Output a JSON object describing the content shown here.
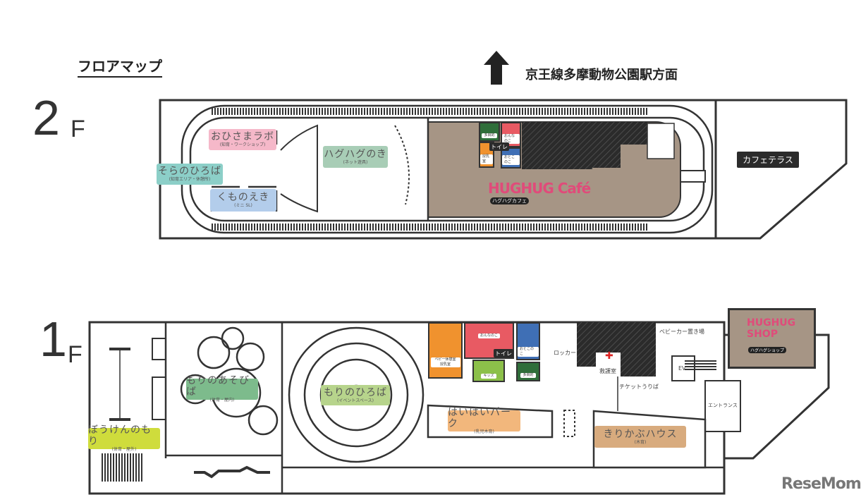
{
  "header": {
    "title": "フロアマップ",
    "direction": "京王線多摩動物公園駅方面",
    "arrow_icon": "arrow-up-icon"
  },
  "floor2": {
    "label_num": "2",
    "label_f": "F",
    "areas": [
      {
        "name": "おひさまラボ",
        "sub": "(知育・ワークショップ)",
        "color": "#f5b8c9"
      },
      {
        "name": "そらのひろば",
        "sub": "(知育エリア・休憩所)",
        "color": "#8ccfc8"
      },
      {
        "name": "くものえき",
        "sub": "(ミニ SL)",
        "color": "#b3cdeb"
      },
      {
        "name": "ハグハグのき",
        "sub": "(ネット遊具)",
        "color": "#a8cdb6"
      }
    ],
    "cafe_logo": "HUGHUG Café",
    "cafe_logo_sub": "ハグハグカフェ",
    "cafe_terrace": "カフェテラス",
    "toilet_label": "トイレ",
    "restrooms": {
      "multi": "多目的",
      "girls": "おんなのこ",
      "boys": "おとこのこ",
      "nursing": "授乳室"
    }
  },
  "floor1": {
    "label_num": "1",
    "label_f": "F",
    "areas": [
      {
        "name": "もりのあそびば",
        "sub": "(体育・屋内)",
        "color": "#7dbb8c"
      },
      {
        "name": "もりのひろば",
        "sub": "(イベントスペース)",
        "color": "#b7d48c"
      },
      {
        "name": "ぼうけんのもり",
        "sub": "(体育・屋外)",
        "color": "#cfdc3c"
      },
      {
        "name": "はいはいパーク",
        "sub": "(乳児木育)",
        "color": "#f2b77c"
      },
      {
        "name": "きりかぶハウス",
        "sub": "(木育)",
        "color": "#d8ab7e"
      }
    ],
    "toilet_label": "トイレ",
    "restrooms": {
      "baby": "ベビー休憩室 授乳室",
      "girls": "おんなのこ",
      "boys": "おとこのこ",
      "kids": "キッズ",
      "multi": "多目的"
    },
    "locker": "ロッカー",
    "first_aid": "救護室",
    "ticket": "チケットうりば",
    "stroller": "ベビーカー置き場",
    "ev": "EV",
    "entrance": "エントランス",
    "shop_logo": "HUGHUG SHOP",
    "shop_logo_sub": "ハグハグショップ"
  },
  "watermark": "ReseMom"
}
